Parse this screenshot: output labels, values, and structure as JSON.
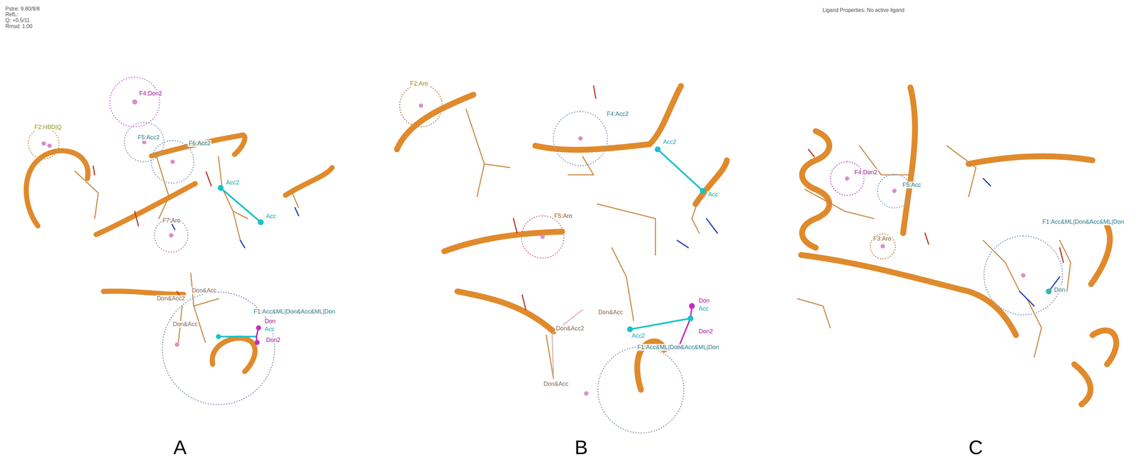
{
  "diagram": {
    "nodes": [
      {
        "text": [
          "F4:Don2"
        ]
      },
      {
        "text": [
          "F2:HBD|Q"
        ]
      },
      {
        "text": [
          "F5:Acc2"
        ]
      },
      {
        "text": [
          "F6:Acc2"
        ]
      },
      {
        "text": [
          "F7:Aro"
        ]
      },
      {
        "text": [
          "F1:Acc&ML|Don&Acc&ML|Don"
        ]
      },
      {
        "text": [
          "F2:Aro"
        ]
      },
      {
        "text": [
          "F4:Acc2"
        ]
      },
      {
        "text": [
          "F5:Aro"
        ]
      },
      {
        "text": [
          "F1:Acc&ML|Don&Acc&ML|Don"
        ]
      },
      {
        "text": [
          "F4:Don2"
        ]
      },
      {
        "text": [
          "F5:Acc"
        ]
      },
      {
        "text": [
          "F3:Aro"
        ]
      },
      {
        "text": [
          "F1:Acc&ML|Don&Acc&ML|Don"
        ]
      }
    ],
    "labels": [
      "Pstre: 9.80/9/8",
      "RefL:",
      "Q: +0.5/11",
      "Rmsd: 1.00",
      "Acc2",
      "Acc",
      "Don&Acc",
      "Don&Acc2",
      "Don&Acc",
      "Don",
      "Acc",
      "Don2",
      "A",
      "Acc2",
      "Acc",
      "Don&Acc",
      "Don&Acc2",
      "Don&Acc",
      "Acc2",
      "Don",
      "Acc",
      "Don2",
      "B",
      "Ligand Properties: No active ligand",
      "Don",
      "C"
    ]
  }
}
